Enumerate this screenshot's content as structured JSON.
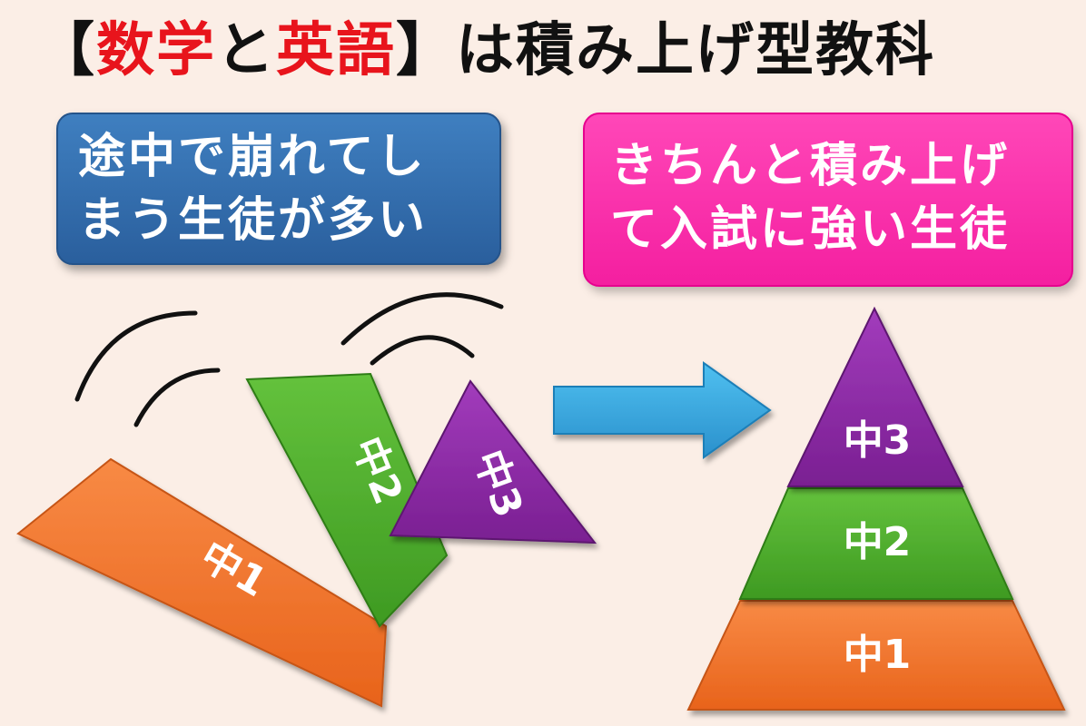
{
  "title": {
    "bracket_open": "【",
    "word1": "数学",
    "conj": "と",
    "word2": "英語",
    "bracket_close": "】",
    "rest": "は積み上げ型教科"
  },
  "left_box": {
    "line1": "途中で崩れてし",
    "line2": "まう生徒が多い"
  },
  "right_box": {
    "line1": "きちんと積み上げ",
    "line2": "て入試に強い生徒"
  },
  "collapsed": {
    "piece1": "中1",
    "piece2": "中2",
    "piece3": "中3"
  },
  "pyramid": {
    "top": "中3",
    "middle": "中2",
    "bottom": "中1"
  },
  "colors": {
    "background": "#fbeee6",
    "title_accent": "#e8141c",
    "left_box": "#3a73b5",
    "right_box": "#ff33aa",
    "orange": "#f4772a",
    "green": "#4fae2e",
    "purple": "#8a2aa0",
    "arrow": "#35a6e0"
  }
}
